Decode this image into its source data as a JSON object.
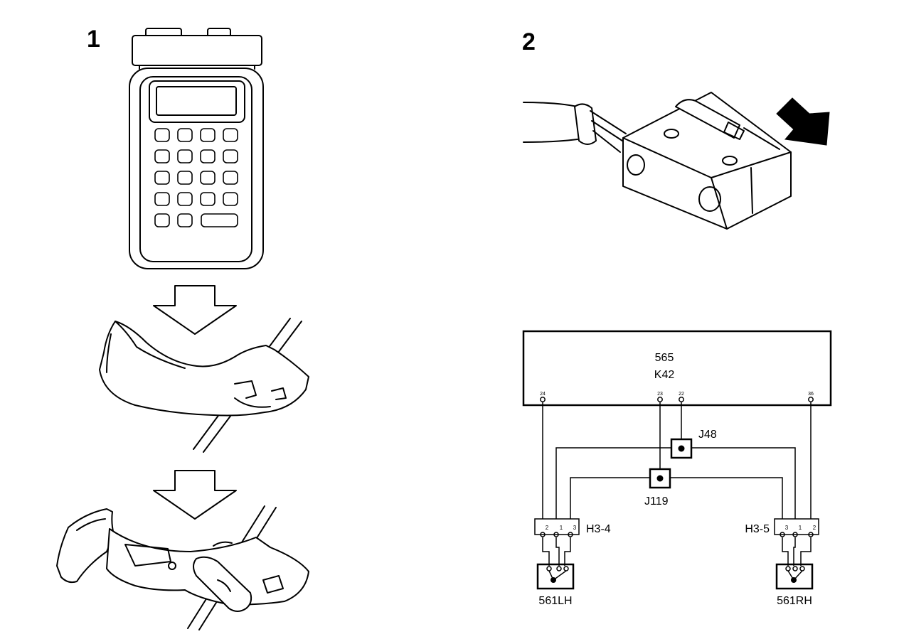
{
  "figure_numbers": {
    "one": "1",
    "two": "2"
  },
  "module": {
    "number": "565",
    "code": "K42"
  },
  "module_pins": [
    "24",
    "23",
    "22",
    "36"
  ],
  "junctions": {
    "upper": "J48",
    "lower": "J119"
  },
  "connectors": {
    "left": {
      "label": "H3-4",
      "pins": [
        "2",
        "1",
        "3"
      ]
    },
    "right": {
      "label": "H3-5",
      "pins": [
        "3",
        "1",
        "2"
      ]
    }
  },
  "switches": {
    "left": "561LH",
    "right": "561RH"
  },
  "colors": {
    "line": "#000000",
    "background": "#ffffff"
  }
}
